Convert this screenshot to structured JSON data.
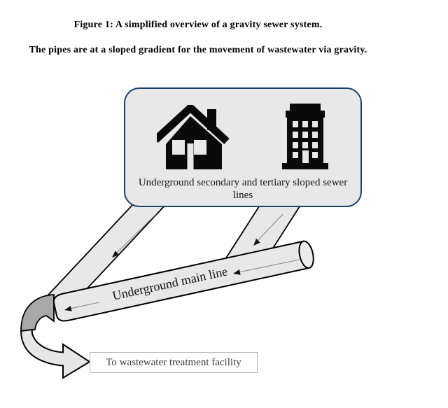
{
  "figure": {
    "title": "Figure 1: A simplified overview of a gravity sewer system.",
    "subtitle": "The pipes are at a sloped gradient for the movement of wastewater via gravity."
  },
  "diagram": {
    "source_box": {
      "label": "Underground secondary and tertiary sloped sewer lines",
      "icons": [
        "house-icon",
        "building-icon"
      ]
    },
    "main_pipe_label": "Underground main line",
    "destination_label": "To wastewater treatment facility",
    "flow_arrows_count": 4
  },
  "colors": {
    "box_border": "#1f3f6e",
    "box_fill": "#e9e8e8",
    "pipe_fill": "#e8e8e8",
    "pipe_cap_fill": "#ececec",
    "ribbon_fill": "#e6e6e6",
    "ribbon_dark_fill": "#a8a8a8",
    "icon_fill": "#0a0a0a",
    "outline": "#000000"
  }
}
